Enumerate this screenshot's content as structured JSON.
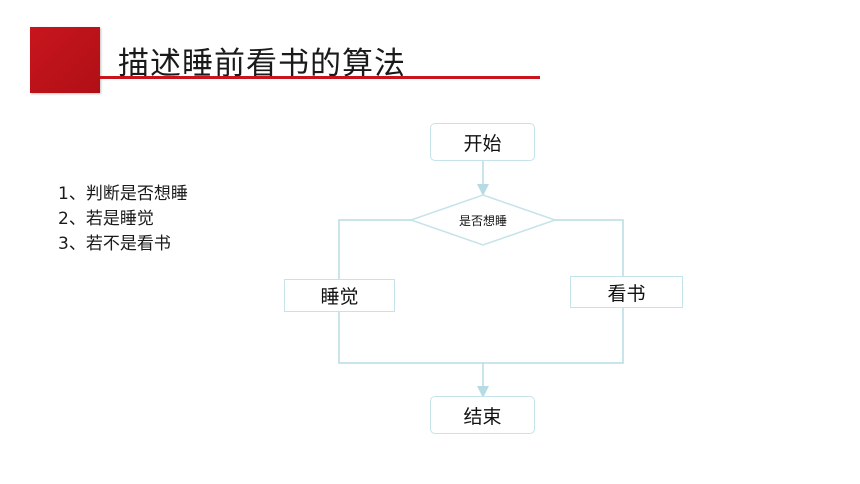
{
  "title": "描述睡前看书的算法",
  "steps": [
    "1、判断是否想睡",
    "2、若是睡觉",
    "3、若不是看书"
  ],
  "flowchart": {
    "start": "开始",
    "decision": "是否想睡",
    "yes_branch": "睡觉",
    "no_branch": "看书",
    "end": "结束"
  },
  "colors": {
    "accent_red": "#c8151d",
    "node_border": "#c5e3ea",
    "connector": "#b7dbe4"
  }
}
